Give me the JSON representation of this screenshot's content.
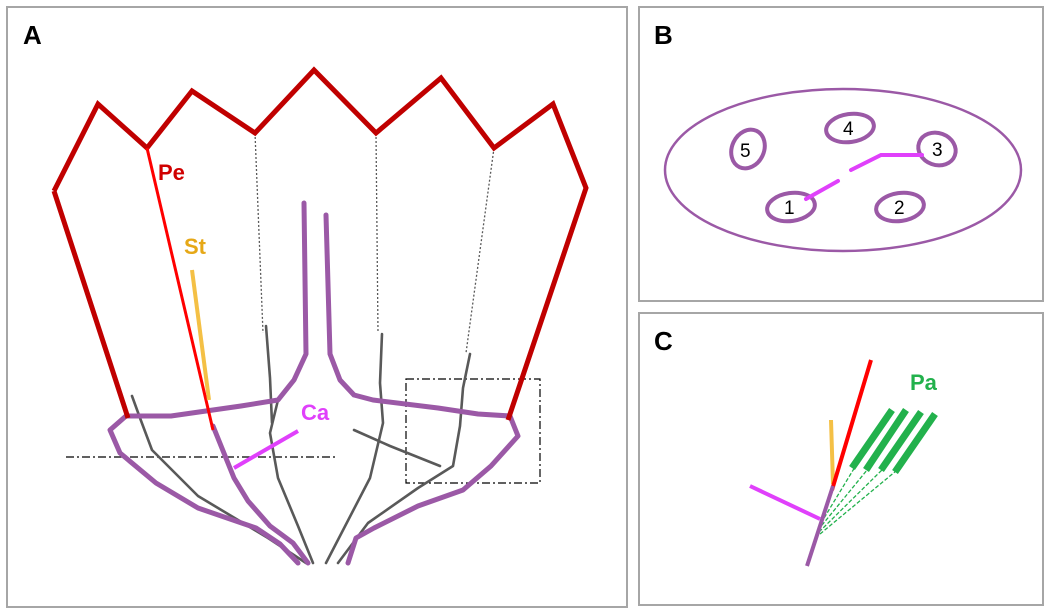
{
  "panels": {
    "a": {
      "letter": "A"
    },
    "b": {
      "letter": "B"
    },
    "c": {
      "letter": "C"
    }
  },
  "panel_a": {
    "labels": {
      "petal": "Pe",
      "stamen": "St",
      "calyx": "Ca"
    }
  },
  "panel_b": {
    "numbers": [
      "1",
      "2",
      "3",
      "4",
      "5"
    ]
  },
  "panel_c": {
    "labels": {
      "pappus": "Pa"
    }
  },
  "colors": {
    "petal": "#c00000",
    "petal_axis": "#ff0000",
    "stamen": "#f4c045",
    "calyx": "#9b59a6",
    "calyx_highlight": "#e040fb",
    "vein": "#595959",
    "pappus": "#22b14c",
    "border": "#a6a6a6",
    "label_ca": "#e040fb",
    "label_pa": "#22b14c"
  }
}
